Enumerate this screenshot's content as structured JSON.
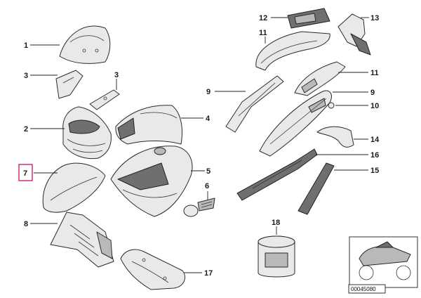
{
  "diagram": {
    "reference_code": "00045080",
    "highlighted_callout": "7",
    "callouts": {
      "c1": "1",
      "c2": "2",
      "c3a": "3",
      "c3b": "3",
      "c4": "4",
      "c5": "5",
      "c6": "6",
      "c7": "7",
      "c8": "8",
      "c9a": "9",
      "c9b": "9",
      "c10": "10",
      "c11a": "11",
      "c11b": "11",
      "c12": "12",
      "c13": "13",
      "c14": "14",
      "c15": "15",
      "c16": "16",
      "c17": "17",
      "c18": "18"
    }
  }
}
